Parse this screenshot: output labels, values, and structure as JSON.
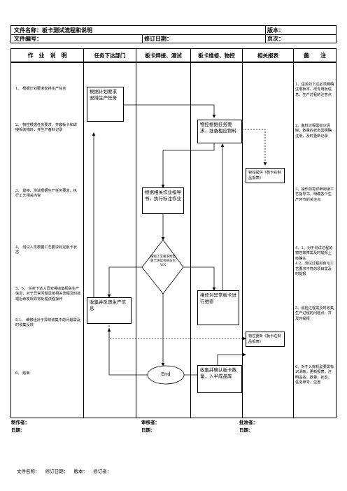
{
  "header": {
    "file_name": "文件名称：板卡测试流程和说明",
    "version": "版本：",
    "file_no": "文件编号：",
    "revision_date": "修订日期：",
    "page_count": "页次："
  },
  "columns": [
    "作　业　说　明",
    "任务下达部门",
    "板卡焊接、测试",
    "板卡维修、物控",
    "相关报表",
    "备　　注"
  ],
  "steps": [
    "1、  根据计划要求安排生产任务",
    "2、  物控根据任务要求，齐套板卡和焊接相关物料，并生产备料记录",
    "3、  焊接、测试根据生产任务要求，执行工艺相关内容",
    "4、  测试人员根据工艺要求判定板卡状态",
    "5、6、  任务下达人员安排收集相关生产信息，对于异常问题需按相关流程及时处理后续发现异常处理流程操作",
    "5.1、  维修组对于异常收集中的问题需及时收集反馈",
    "6、  结束"
  ],
  "flow": {
    "plan": "根据计划要求安排生产任务",
    "materials": "物控根据任务要求，准备相应物料",
    "report1": "物控提供《板卡在制品报表》",
    "execute": "根据相关作业指导书，执行标注作业",
    "decision": "按照工艺要求判定板卡测试合格与否 Y/N",
    "collect": "收集并反馈生产信息",
    "repair": "维修对异常板卡进行维修",
    "report2": "物控更新《板卡在制品报表》",
    "end": "End",
    "store": "收集并确认板卡数量，入半成品库"
  },
  "remarks": [
    "1、任务的下达必须明确注明板本、改专用板信息，生产过程的注意点",
    "2、备料过程需标识清晰，数量的状态需明确注明，及时更新记录",
    "3、操作前需详细阅读工艺指导书，明确各个生产环节的关注点",
    "4、1、对于测试过程的窗性故障需及时提报上级确认\n4.2、测试过程如有与工艺要求不符的项目需及时提报",
    "5、追检过程需及时收集生产过程的问题点，并及时提报",
    "6、对于入库机型要需标识清晰，更新报表，注明品名、数量、状态、任务单号、位置"
  ],
  "footer": {
    "author": "制作者：",
    "date1": "日期：",
    "reviewer": "审核者：",
    "date2": "日期：",
    "approver": "批准者：",
    "date3": "日期："
  },
  "bottom_line": "文件名称：    修订日期：    版本：    修订者："
}
